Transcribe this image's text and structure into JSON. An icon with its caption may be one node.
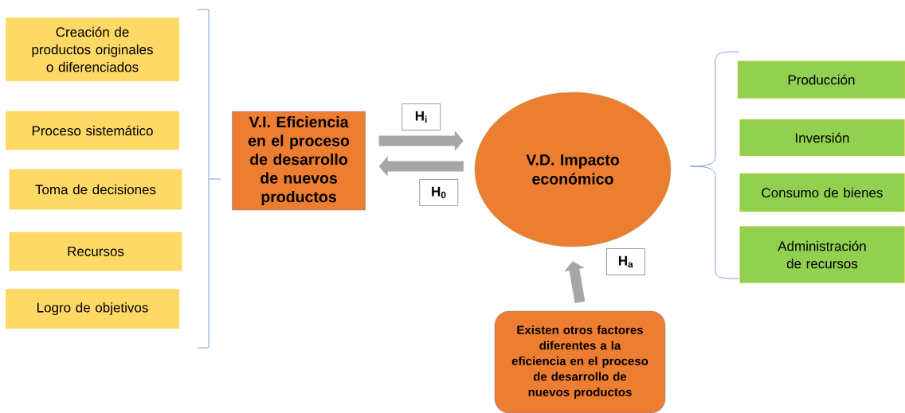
{
  "diagram": {
    "nodes": [
      {
        "text": [
          "Creación de productos originales o diferenciados"
        ]
      },
      {
        "text": [
          "Proceso sistemático"
        ]
      },
      {
        "text": [
          "Toma de decisiones"
        ]
      },
      {
        "text": [
          "Recursos"
        ]
      },
      {
        "text": [
          "Logro de objetivos"
        ]
      },
      {
        "text": [
          "V.I. Eficiencia en el proceso de desarrollo de nuevos productos"
        ]
      },
      {
        "text": [
          "V.D. Impacto económico"
        ]
      },
      {
        "text": [
          "Producción"
        ]
      },
      {
        "text": [
          "Inversión"
        ]
      },
      {
        "text": [
          "Consumo de bienes"
        ]
      },
      {
        "text": [
          "Administración de recursos"
        ]
      },
      {
        "text": [
          "Existen otros factores diferentes a la eficiencia en el proceso de desarrollo de nuevos productos"
        ]
      }
    ],
    "edges": [
      {
        "from": 5,
        "to": 6,
        "arrow": "to",
        "label": "H$_{i}$"
      },
      {
        "from": 6,
        "to": 5,
        "arrow": "to",
        "label": "H$_{0}$"
      },
      {
        "from": 11,
        "to": 6,
        "arrow": "to",
        "label": "H$_{a}$"
      }
    ]
  }
}
